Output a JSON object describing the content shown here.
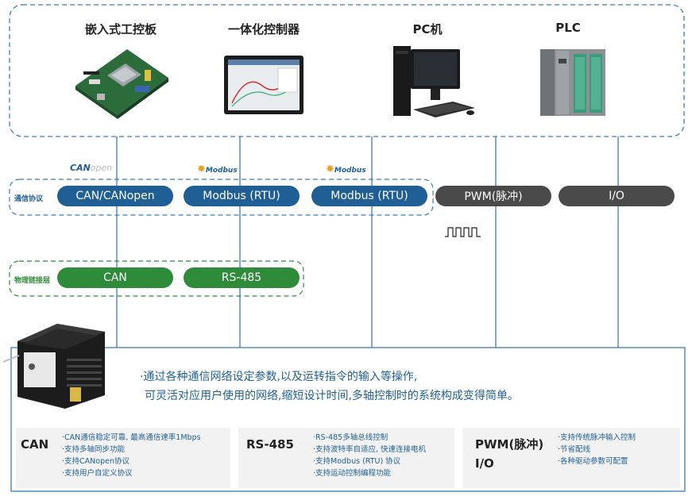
{
  "devices": [
    {
      "label": "嵌入式工控板",
      "icon": "embedded-board-icon"
    },
    {
      "label": "一体化控制器",
      "icon": "panel-controller-icon"
    },
    {
      "label": "PC机",
      "icon": "pc-icon"
    },
    {
      "label": "PLC",
      "icon": "plc-icon"
    }
  ],
  "protocol_layer": {
    "label": "通信协议",
    "items": [
      "CAN/CANopen",
      "Modbus (RTU)",
      "Modbus (RTU)",
      "PWM(脉冲)",
      "I/O"
    ]
  },
  "physical_layer": {
    "label": "物理链接层",
    "items": [
      "CAN",
      "RS-485"
    ]
  },
  "logos": {
    "canopen_prefix": "CAN",
    "canopen_suffix": "open",
    "modbus": "Modbus"
  },
  "description": [
    "·通过各种通信网络设定参数,以及运转指令的输入等操作,",
    "可灵活对应用户使用的网络,缩短设计时间,多轴控制时的系统构成变得简单。"
  ],
  "panels": [
    {
      "title": "CAN",
      "items": [
        "·CAN通信稳定可靠, 最高通信速率1Mbps",
        "·支持多轴同步功能",
        "·支持CANopen协议",
        "·支持用户自定义协议"
      ]
    },
    {
      "title": "RS-485",
      "items": [
        "·RS-485多轴总线控制",
        "·支持波特率自适应, 快速连接电机",
        "·支持Modbus (RTU) 协议",
        "·支持运动控制编程功能"
      ]
    },
    {
      "title": "PWM(脉冲)",
      "title2": "I/O",
      "items": [
        "·支持传统脉冲输入控制",
        "·节省配线",
        "·各种驱动参数可配置"
      ]
    }
  ],
  "colors": {
    "blue": "#1f5f95",
    "dark": "#4a4a4a",
    "green": "#2e8b3a",
    "line": "#3d7cb4"
  }
}
